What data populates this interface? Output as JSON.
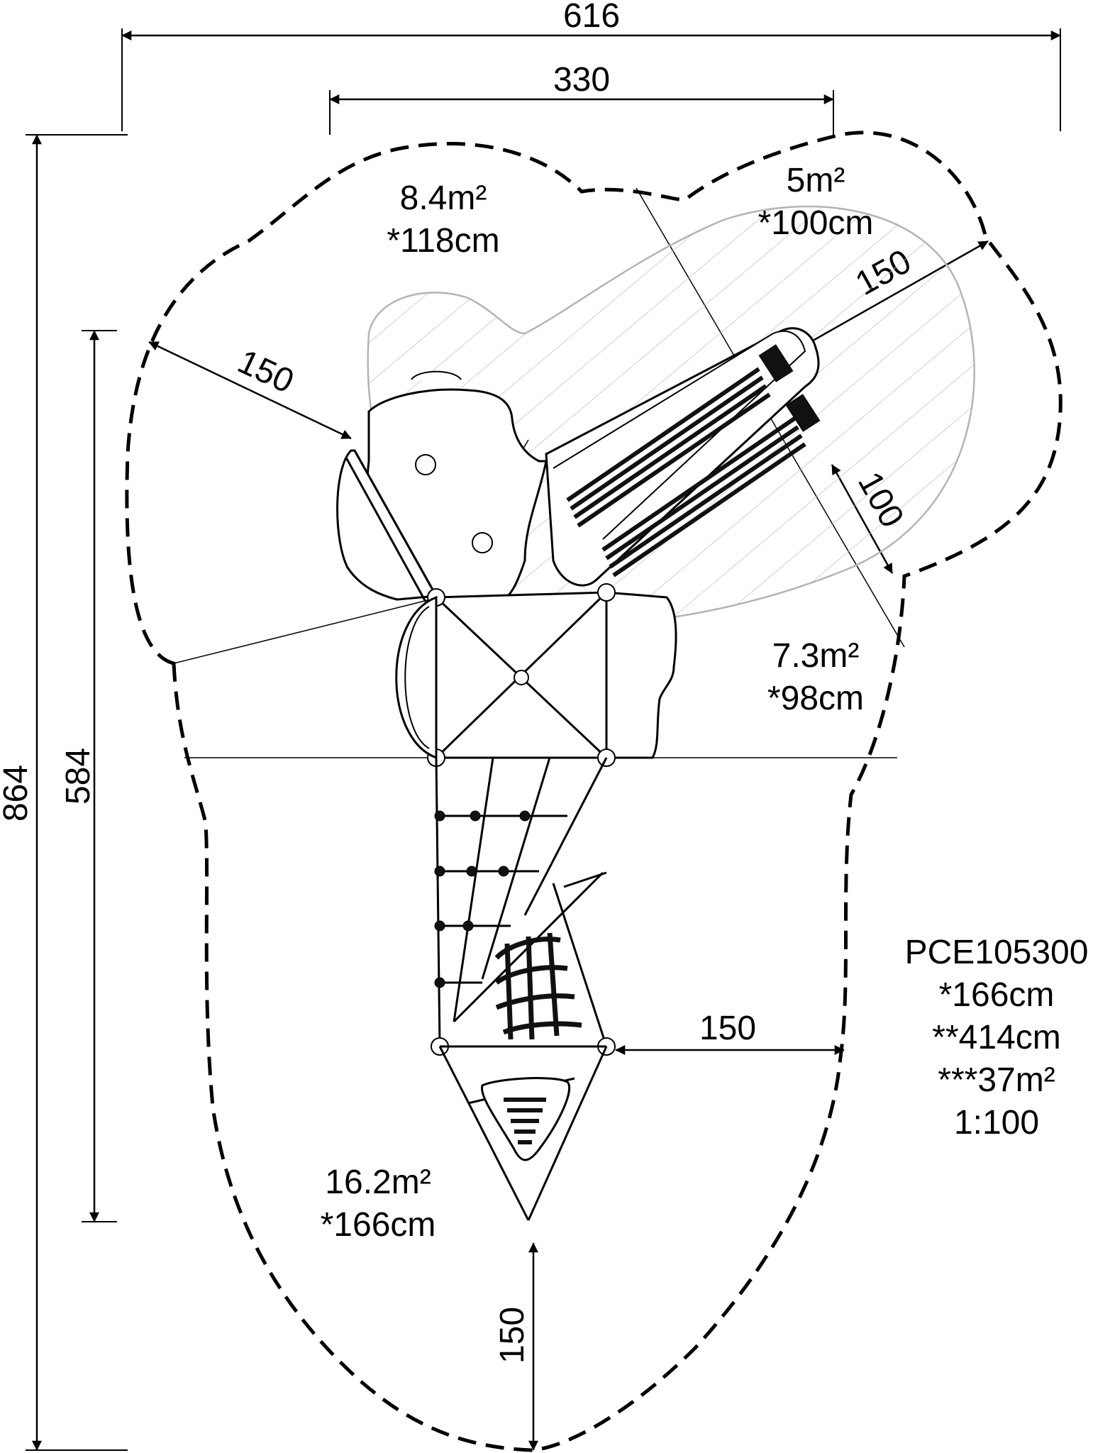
{
  "dimensions": {
    "overall_width": "616",
    "top_width": "330",
    "overall_height": "864",
    "structure_height": "584",
    "clearance_upper_left": "150",
    "clearance_slide_right": "150",
    "clearance_slide_bottom": "100",
    "clearance_lower_right": "150",
    "clearance_bottom": "150"
  },
  "zones": [
    {
      "area": "8.4m²",
      "fall_height": "*118cm"
    },
    {
      "area": "5m²",
      "fall_height": "*100cm"
    },
    {
      "area": "7.3m²",
      "fall_height": "*98cm"
    },
    {
      "area": "16.2m²",
      "fall_height": "*166cm"
    }
  ],
  "info": {
    "code": "PCE105300",
    "free_fall_height": "*166cm",
    "free_height": "**414cm",
    "total_area": "***37m²",
    "scale": "1:100"
  }
}
